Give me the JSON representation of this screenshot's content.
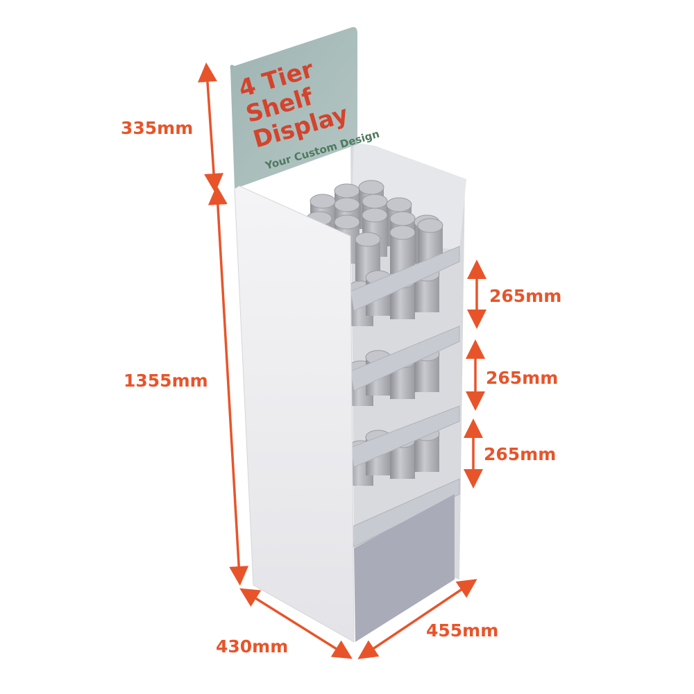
{
  "header_panel": {
    "line1": "4 Tier",
    "line2": "Shelf",
    "line3": "Display",
    "tagline": "Your Custom Design"
  },
  "dimensions": {
    "header_height": "335mm",
    "body_height": "1355mm",
    "shelf_gap_1": "265mm",
    "shelf_gap_2": "265mm",
    "shelf_gap_3": "265mm",
    "depth": "430mm",
    "width": "455mm"
  },
  "colors": {
    "accent": "#e8542a",
    "header_bg": "#a3b8b6",
    "title": "#d4432c",
    "tagline": "#4e7a5e"
  }
}
